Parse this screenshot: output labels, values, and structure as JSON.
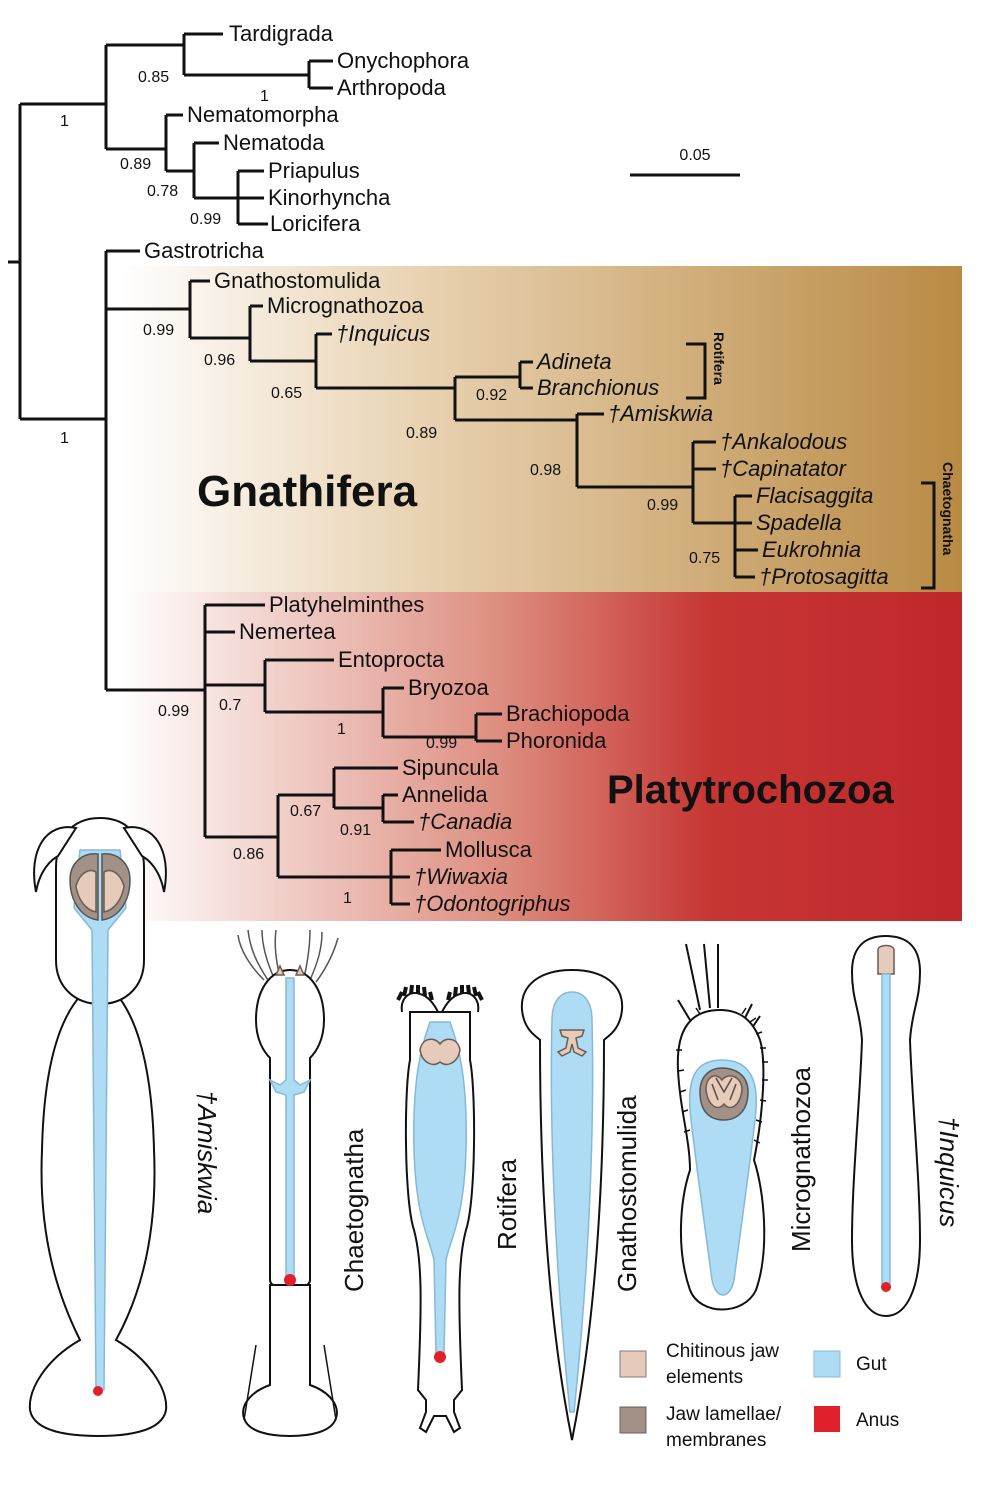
{
  "scale_bar": {
    "label": "0.05"
  },
  "taxa": {
    "tardigrada": "Tardigrada",
    "onychophora": "Onychophora",
    "arthropoda": "Arthropoda",
    "nematomorpha": "Nematomorpha",
    "nematoda": "Nematoda",
    "priapulus": "Priapulus",
    "kinorhyncha": "Kinorhyncha",
    "loricifera": "Loricifera",
    "gastrotricha": "Gastrotricha",
    "gnathostomulida": "Gnathostomulida",
    "micrognathozoa": "Micrognathozoa",
    "inquicus": "†Inquicus",
    "adineta": "Adineta",
    "branchionus": "Branchionus",
    "amiskwia": "†Amiskwia",
    "ankalodous": "†Ankalodous",
    "capinatator": "†Capinatator",
    "flacisaggita": "Flacisaggita",
    "spadella": "Spadella",
    "eukrohnia": "Eukrohnia",
    "protosagitta": "†Protosagitta",
    "platyhelminthes": "Platyhelminthes",
    "nemertea": "Nemertea",
    "entoprocta": "Entoprocta",
    "bryozoa": "Bryozoa",
    "brachiopoda": "Brachiopoda",
    "phoronida": "Phoronida",
    "sipuncula": "Sipuncula",
    "annelida": "Annelida",
    "canadia": "†Canadia",
    "mollusca": "Mollusca",
    "wiwaxia": "†Wiwaxia",
    "odontogriphus": "†Odontogriphus"
  },
  "support": {
    "n_pan": "0.85",
    "n_oa": "1",
    "n_ecd_top": "1",
    "n_nem": "0.89",
    "n_scal": "0.78",
    "n_pkl": "0.99",
    "n_spir_root": "1",
    "n_gnath": "0.99",
    "n_micro": "0.96",
    "n_inq": "0.65",
    "n_rot_chae": "0.89",
    "n_rot": "0.92",
    "n_amis": "0.98",
    "n_chae_ext": "0.99",
    "n_chae": "0.75",
    "n_plat": "0.99",
    "n_lopho": "0.7",
    "n_bry": "1",
    "n_brph": "0.99",
    "n_troch": "0.86",
    "n_ann": "0.67",
    "n_can": "0.91",
    "n_moll": "1"
  },
  "groups": {
    "gnathifera": "Gnathifera",
    "platytrochozoa": "Platytrochozoa",
    "rotifera_bracket": "Rotifera",
    "chaetognatha_bracket": "Chaetognatha"
  },
  "colors": {
    "gnathifera_fill": "#b98a44",
    "platytrochozoa_fill": "#c0282c",
    "chitinous_jaw": "#e6cbbb",
    "jaw_lamellae": "#a19186",
    "gut": "#aedcf5",
    "anus": "#e0202a"
  },
  "drawings": {
    "amiskwia": "†Amiskwia",
    "chaetognatha": "Chaetognatha",
    "rotifera": "Rotifera",
    "gnathostomulida": "Gnathostomulida",
    "micrognathozoa": "Micrognathozoa",
    "inquicus": "†Inquicus"
  },
  "legend": {
    "chitinous_l1": "Chitinous jaw",
    "chitinous_l2": "elements",
    "lamellae_l1": "Jaw lamellae/",
    "lamellae_l2": "membranes",
    "gut": "Gut",
    "anus": "Anus"
  }
}
